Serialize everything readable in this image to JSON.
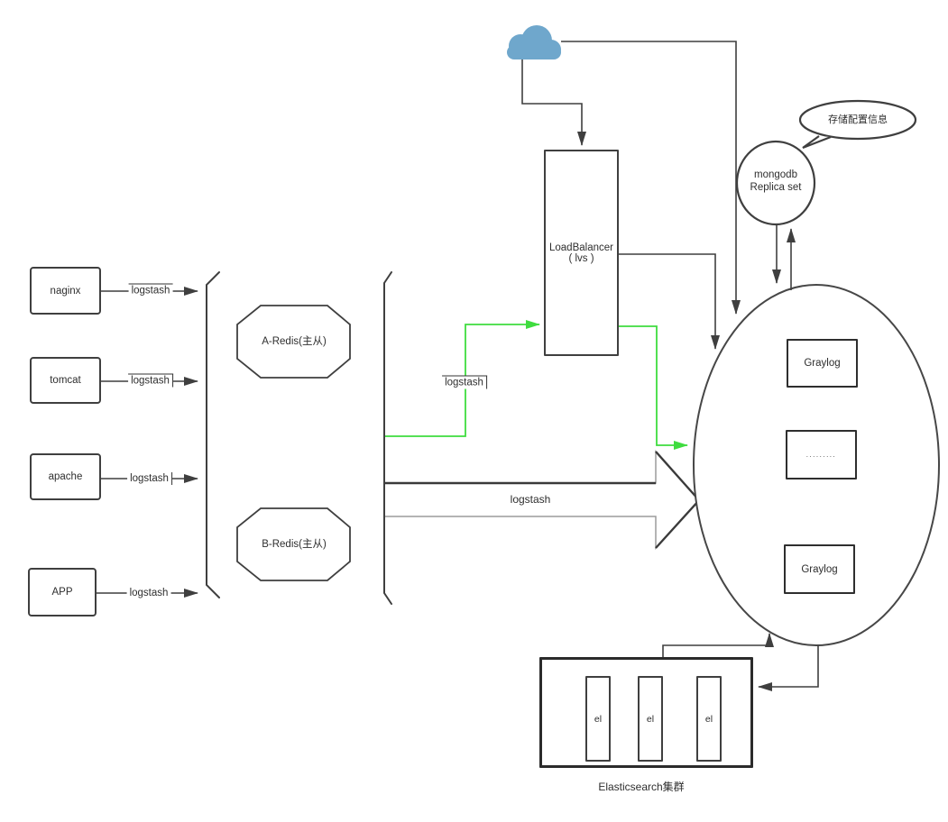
{
  "diagram": {
    "sources": [
      {
        "label": "naginx",
        "edge_label": "logstash"
      },
      {
        "label": "tomcat",
        "edge_label": "logstash"
      },
      {
        "label": "apache",
        "edge_label": "logstash"
      },
      {
        "label": "APP",
        "edge_label": "logstash"
      }
    ],
    "redis": {
      "a": "A-Redis(主从)",
      "b": "B-Redis(主从)"
    },
    "load_balancer": {
      "line1": "LoadBalancer",
      "line2": "( lvs )"
    },
    "redis_to_lb_label": "logstash",
    "big_arrow_label": "logstash",
    "graylog_cluster": {
      "top": "Graylog",
      "middle": ".........",
      "bottom": "Graylog"
    },
    "mongodb": {
      "line1": "mongodb",
      "line2": "Replica set",
      "bubble": "存储配置信息"
    },
    "elasticsearch": {
      "nodes": [
        "el",
        "el",
        "el"
      ],
      "label": "Elasticsearch集群"
    },
    "colors": {
      "line": "#3f3f3f",
      "green": "#3fdc3f",
      "cloud": "#6fa7cc"
    }
  }
}
